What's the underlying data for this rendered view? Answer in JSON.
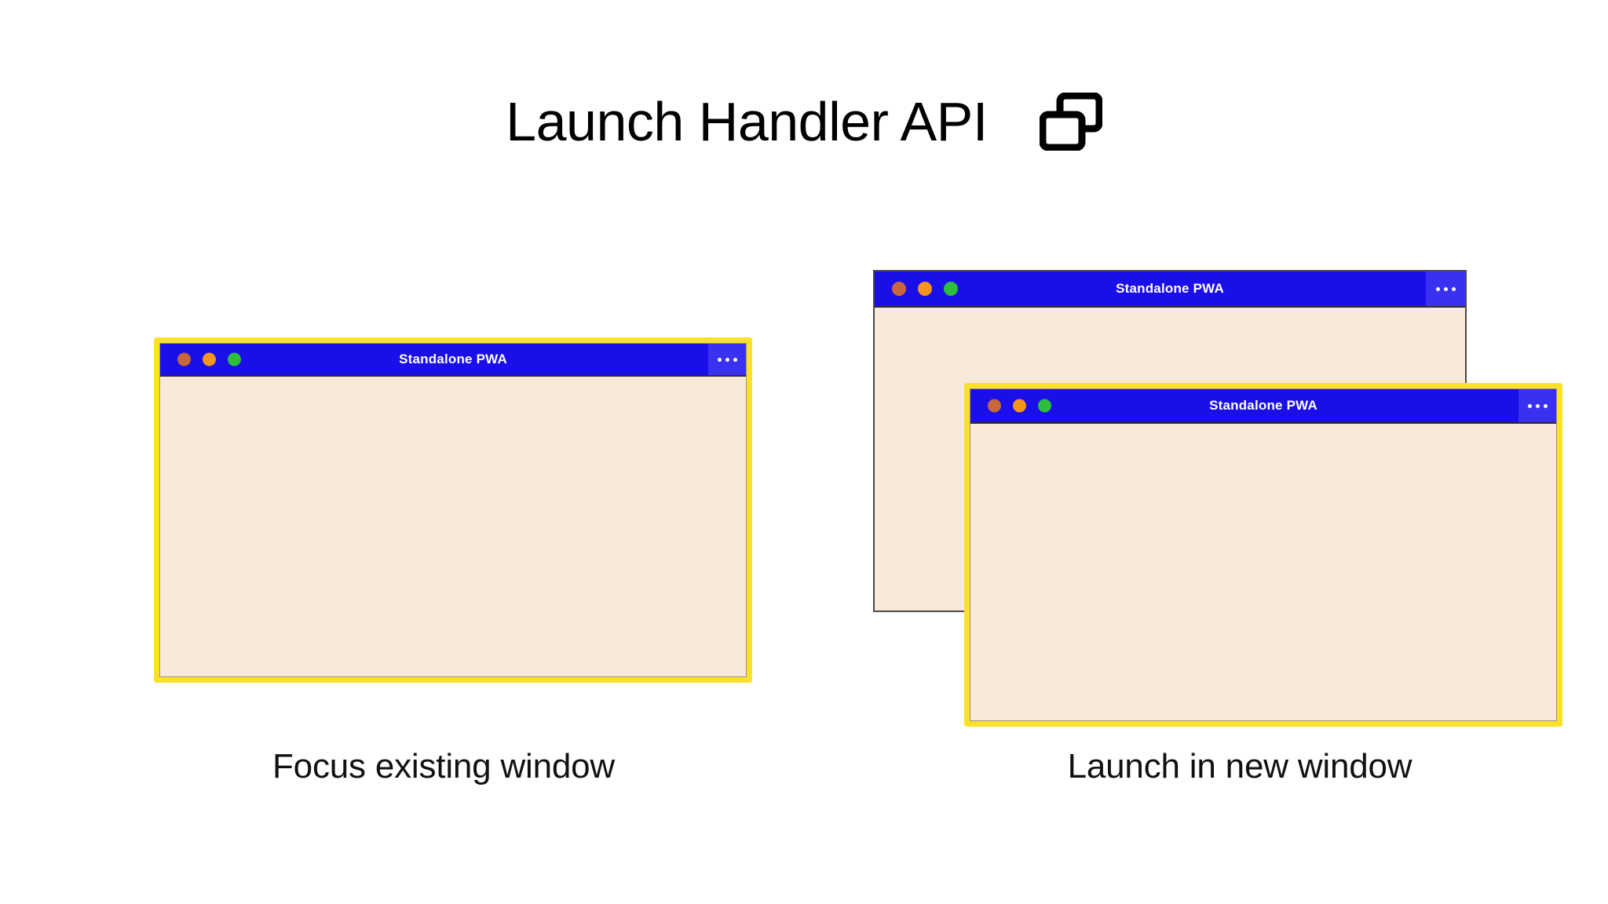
{
  "header": {
    "title": "Launch Handler API",
    "icon": "overlapping-windows-icon"
  },
  "colors": {
    "page_background": "#FFFFFF",
    "titlebar_blue": "#1A0FE8",
    "menu_button_blue": "#3A31F0",
    "window_content_cream": "#F8E9D9",
    "highlight_yellow": "#FCE12A",
    "plain_border_gray": "#4A4A4A",
    "dot_close": "#C8663C",
    "dot_minimize": "#F7941E",
    "dot_maximize": "#2DBE3C",
    "title_text": "#FFFFFF",
    "caption_text": "#111111"
  },
  "windows": {
    "left": {
      "title": "Standalone PWA",
      "menu_label": "•••",
      "highlighted": true
    },
    "right_back": {
      "title": "Standalone PWA",
      "menu_label": "•••",
      "highlighted": false
    },
    "right_front": {
      "title": "Standalone PWA",
      "menu_label": "•••",
      "highlighted": true
    }
  },
  "captions": {
    "left": "Focus existing window",
    "right": "Launch in new window"
  }
}
